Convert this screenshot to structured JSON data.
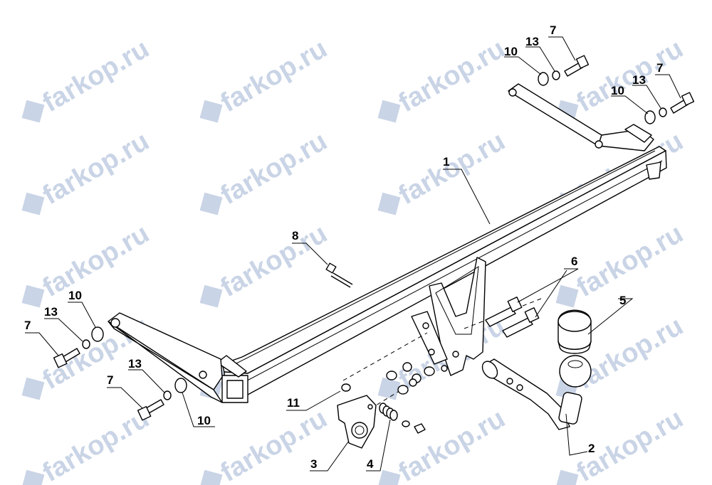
{
  "watermark": {
    "text": "farkop.ru",
    "color": "#c9d4e6"
  },
  "callouts": {
    "p1": "1",
    "p2": "2",
    "p3": "3",
    "p4": "4",
    "p5": "5",
    "p6": "6",
    "p7a": "7",
    "p7b": "7",
    "p7c": "7",
    "p7d": "7",
    "p8": "8",
    "p10a": "10",
    "p10b": "10",
    "p10c": "10",
    "p10d": "10",
    "p11": "11",
    "p13a": "13",
    "p13b": "13",
    "p13c": "13",
    "p13d": "13"
  }
}
